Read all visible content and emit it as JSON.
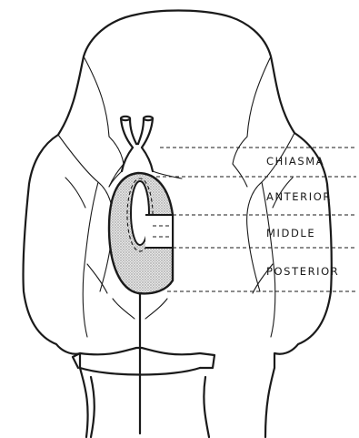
{
  "labels": {
    "chiasma": "CHIASMA",
    "anterior": "ANTERIOR",
    "middle": "MIDDLE",
    "posterior": "POSTERIOR"
  },
  "colors": {
    "ink": "#1a1a1a",
    "shading": "#cfcfcf",
    "background": "#ffffff"
  }
}
